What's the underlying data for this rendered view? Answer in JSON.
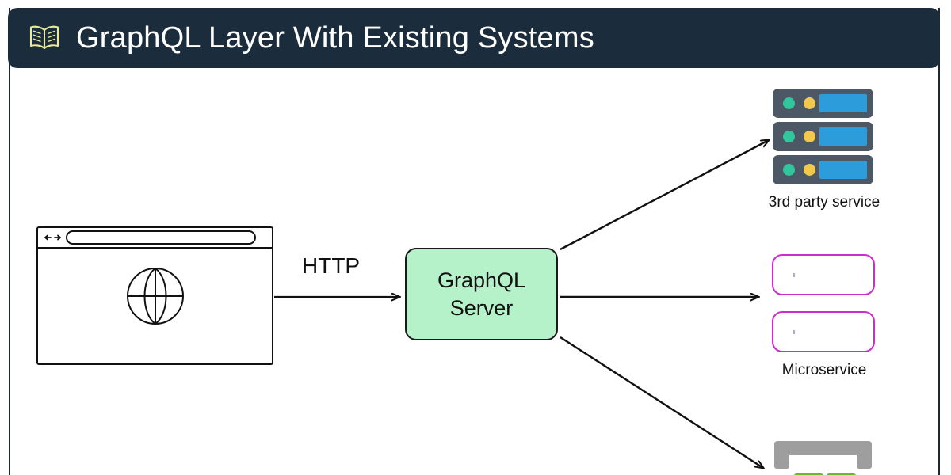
{
  "header": {
    "icon": "open-book-icon",
    "title": "GraphQL Layer With Existing Systems",
    "background_color": "#1b2c3c",
    "text_color": "#ffffff",
    "icon_color": "#e9eb9a"
  },
  "diagram": {
    "type": "architecture-flow",
    "client": {
      "name": "browser-window",
      "icon": "globe-icon",
      "url_bar_value": "",
      "nav_icons": [
        "back-arrow-icon",
        "forward-arrow-icon"
      ]
    },
    "edges": [
      {
        "label": "HTTP",
        "from": "browser-window",
        "to": "graphql-server"
      },
      {
        "label": "",
        "from": "graphql-server",
        "to": "third-party-service"
      },
      {
        "label": "",
        "from": "graphql-server",
        "to": "microservice"
      },
      {
        "label": "",
        "from": "graphql-server",
        "to": "legacy-system"
      }
    ],
    "server_box": {
      "line1": "GraphQL",
      "line2": "Server",
      "fill_color": "#b6f2c9",
      "border_color": "#1a1a1a"
    },
    "targets": [
      {
        "id": "third-party-service",
        "label": "3rd party service",
        "icon": "server-stack-icon",
        "unit_color": "#4c5866",
        "led_green": "#2fc79b",
        "led_amber": "#f2c94c",
        "panel_blue": "#2d9cdb",
        "units": 3
      },
      {
        "id": "microservice",
        "label": "Microservice",
        "icon": "rounded-box-icon",
        "border_color": "#cc2ecc",
        "boxes": 2
      },
      {
        "id": "legacy-system",
        "label": "",
        "icon": "legacy-hardware-icon",
        "frame_color": "#9e9e9e",
        "chip_color": "#6fb52e"
      }
    ]
  }
}
